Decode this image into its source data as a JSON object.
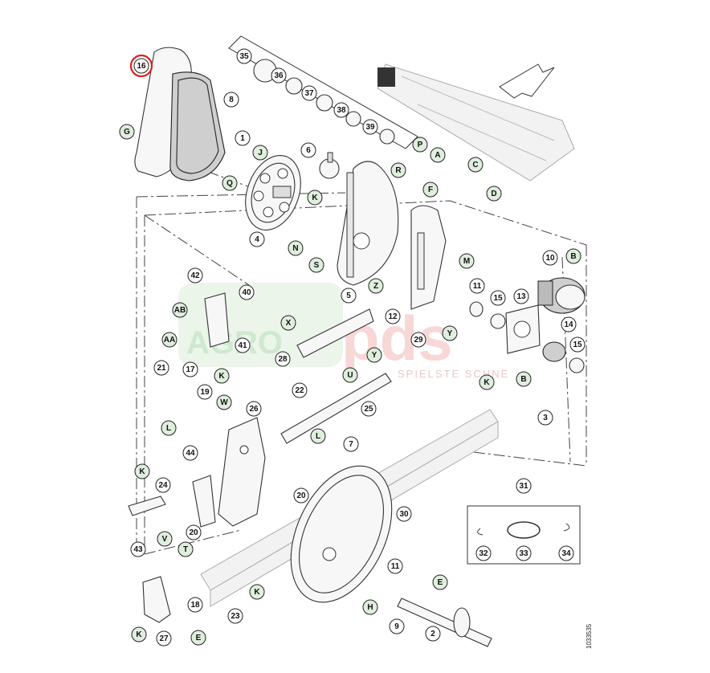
{
  "diagram": {
    "drawing_number": "1033535",
    "highlighted_part": "16",
    "watermark": {
      "brand_left": "AGRO",
      "brand_right": "pds",
      "tagline": "SPIELSTE SCHNE"
    },
    "callouts": [
      {
        "id": "16"
      },
      {
        "id": "8"
      },
      {
        "id": "G"
      },
      {
        "id": "1"
      },
      {
        "id": "J"
      },
      {
        "id": "Q"
      },
      {
        "id": "4"
      },
      {
        "id": "35"
      },
      {
        "id": "36"
      },
      {
        "id": "37"
      },
      {
        "id": "38"
      },
      {
        "id": "39"
      },
      {
        "id": "6"
      },
      {
        "id": "K"
      },
      {
        "id": "N"
      },
      {
        "id": "S"
      },
      {
        "id": "5"
      },
      {
        "id": "P"
      },
      {
        "id": "A"
      },
      {
        "id": "C"
      },
      {
        "id": "R"
      },
      {
        "id": "F"
      },
      {
        "id": "D"
      },
      {
        "id": "M"
      },
      {
        "id": "10"
      },
      {
        "id": "B"
      },
      {
        "id": "42"
      },
      {
        "id": "40"
      },
      {
        "id": "AB"
      },
      {
        "id": "AA"
      },
      {
        "id": "41"
      },
      {
        "id": "K"
      },
      {
        "id": "Z"
      },
      {
        "id": "X"
      },
      {
        "id": "12"
      },
      {
        "id": "11"
      },
      {
        "id": "15"
      },
      {
        "id": "13"
      },
      {
        "id": "Y"
      },
      {
        "id": "29"
      },
      {
        "id": "14"
      },
      {
        "id": "Y"
      },
      {
        "id": "28"
      },
      {
        "id": "15"
      },
      {
        "id": "U"
      },
      {
        "id": "B"
      },
      {
        "id": "K"
      },
      {
        "id": "21"
      },
      {
        "id": "17"
      },
      {
        "id": "22"
      },
      {
        "id": "3"
      },
      {
        "id": "19"
      },
      {
        "id": "W"
      },
      {
        "id": "25"
      },
      {
        "id": "26"
      },
      {
        "id": "L"
      },
      {
        "id": "44"
      },
      {
        "id": "L"
      },
      {
        "id": "7"
      },
      {
        "id": "K"
      },
      {
        "id": "24"
      },
      {
        "id": "20"
      },
      {
        "id": "20"
      },
      {
        "id": "30"
      },
      {
        "id": "31"
      },
      {
        "id": "32"
      },
      {
        "id": "33"
      },
      {
        "id": "34"
      },
      {
        "id": "V"
      },
      {
        "id": "43"
      },
      {
        "id": "T"
      },
      {
        "id": "11"
      },
      {
        "id": "E"
      },
      {
        "id": "18"
      },
      {
        "id": "K"
      },
      {
        "id": "23"
      },
      {
        "id": "H"
      },
      {
        "id": "9"
      },
      {
        "id": "2"
      },
      {
        "id": "K"
      },
      {
        "id": "27"
      },
      {
        "id": "E"
      }
    ]
  }
}
